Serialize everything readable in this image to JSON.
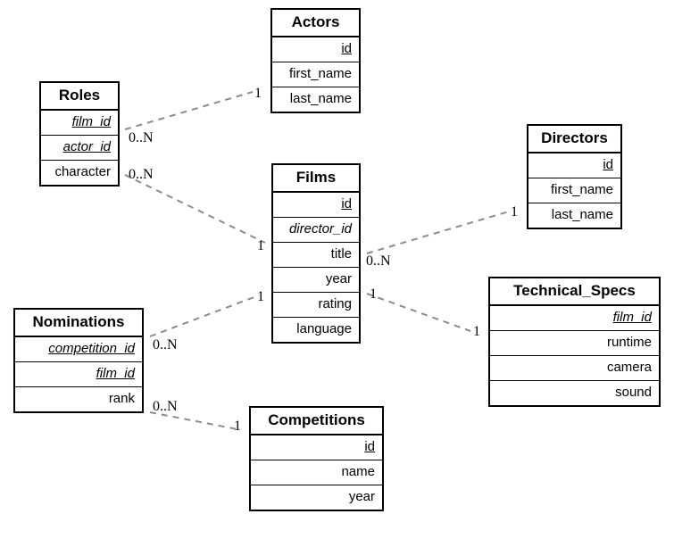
{
  "diagram": {
    "type": "entity-relationship-diagram",
    "title": "",
    "line_style": "dashed",
    "line_color": "#8c8c8c",
    "border_color": "#000000",
    "background": "#ffffff"
  },
  "entities": [
    {
      "key": "actors",
      "name": "Actors",
      "attributes": [
        {
          "label": "id",
          "style": "pk"
        },
        {
          "label": "first_name",
          "style": "plain"
        },
        {
          "label": "last_name",
          "style": "plain"
        }
      ]
    },
    {
      "key": "roles",
      "name": "Roles",
      "attributes": [
        {
          "label": "film_id",
          "style": "pkfk"
        },
        {
          "label": "actor_id",
          "style": "pkfk"
        },
        {
          "label": "character",
          "style": "plain"
        }
      ]
    },
    {
      "key": "films",
      "name": "Films",
      "attributes": [
        {
          "label": "id",
          "style": "pk"
        },
        {
          "label": "director_id",
          "style": "fk"
        },
        {
          "label": "title",
          "style": "plain"
        },
        {
          "label": "year",
          "style": "plain"
        },
        {
          "label": "rating",
          "style": "plain"
        },
        {
          "label": "language",
          "style": "plain"
        }
      ]
    },
    {
      "key": "directors",
      "name": "Directors",
      "attributes": [
        {
          "label": "id",
          "style": "pk"
        },
        {
          "label": "first_name",
          "style": "plain"
        },
        {
          "label": "last_name",
          "style": "plain"
        }
      ]
    },
    {
      "key": "technical_specs",
      "name": "Technical_Specs",
      "attributes": [
        {
          "label": "film_id",
          "style": "pkfk"
        },
        {
          "label": "runtime",
          "style": "plain"
        },
        {
          "label": "camera",
          "style": "plain"
        },
        {
          "label": "sound",
          "style": "plain"
        }
      ]
    },
    {
      "key": "nominations",
      "name": "Nominations",
      "attributes": [
        {
          "label": "competition_id",
          "style": "pkfk"
        },
        {
          "label": "film_id",
          "style": "pkfk"
        },
        {
          "label": "rank",
          "style": "plain"
        }
      ]
    },
    {
      "key": "competitions",
      "name": "Competitions",
      "attributes": [
        {
          "label": "id",
          "style": "pk"
        },
        {
          "label": "name",
          "style": "plain"
        },
        {
          "label": "year",
          "style": "plain"
        }
      ]
    }
  ],
  "relationships": [
    {
      "key": "roles-actors",
      "from": "roles",
      "to": "actors",
      "from_cardinality": "0..N",
      "to_cardinality": "1"
    },
    {
      "key": "roles-films",
      "from": "roles",
      "to": "films",
      "from_cardinality": "0..N",
      "to_cardinality": "1"
    },
    {
      "key": "films-directors",
      "from": "films",
      "to": "directors",
      "from_cardinality": "0..N",
      "to_cardinality": "1"
    },
    {
      "key": "films-technical_specs",
      "from": "films",
      "to": "technical_specs",
      "from_cardinality": "1",
      "to_cardinality": "1"
    },
    {
      "key": "nominations-films",
      "from": "nominations",
      "to": "films",
      "from_cardinality": "0..N",
      "to_cardinality": "1"
    },
    {
      "key": "nominations-competitions",
      "from": "nominations",
      "to": "competitions",
      "from_cardinality": "0..N",
      "to_cardinality": "1"
    }
  ],
  "cardinality_labels": [
    {
      "key": "roles-actors-from",
      "text": "0..N"
    },
    {
      "key": "roles-actors-to",
      "text": "1"
    },
    {
      "key": "roles-films-from",
      "text": "0..N"
    },
    {
      "key": "roles-films-to",
      "text": "1"
    },
    {
      "key": "films-directors-from",
      "text": "0..N"
    },
    {
      "key": "films-directors-to",
      "text": "1"
    },
    {
      "key": "films-specs-from",
      "text": "1"
    },
    {
      "key": "films-specs-to",
      "text": "1"
    },
    {
      "key": "nominations-films-from",
      "text": "0..N"
    },
    {
      "key": "nominations-films-to",
      "text": "1"
    },
    {
      "key": "nominations-competitions-from",
      "text": "0..N"
    },
    {
      "key": "nominations-competitions-to",
      "text": "1"
    }
  ]
}
